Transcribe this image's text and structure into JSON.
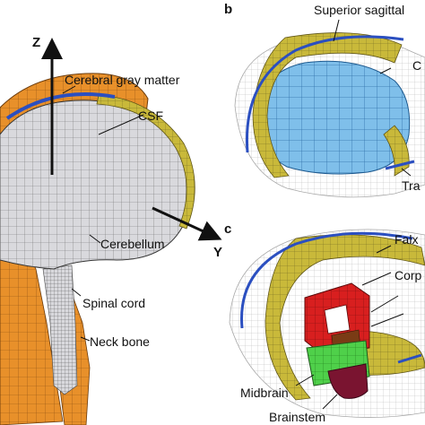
{
  "panels": {
    "b": {
      "letter": "b"
    },
    "c": {
      "letter": "c"
    }
  },
  "axes": {
    "z": "Z",
    "y": "Y"
  },
  "labels_a": {
    "cerebral_gray_matter": "Cerebral gray matter",
    "csf": "CSF",
    "cerebellum": "Cerebellum",
    "spinal_cord": "Spinal cord",
    "neck_bone": "Neck bone"
  },
  "labels_b": {
    "superior_sagittal": "Superior sagittal",
    "c_fragment": "C",
    "tra_fragment": "Tra"
  },
  "labels_c": {
    "falx": "Falx",
    "corp": "Corp",
    "midbrain": "Midbrain",
    "brainstem": "Brainstem"
  },
  "colors": {
    "orange_bone": "#e8902a",
    "gray_matter": "#d9d9dd",
    "csf_yellow": "#c9b93a",
    "sinus_blue": "#2b4fc0",
    "light_blue": "#7fbfea",
    "mesh_gray": "#b9b9b9",
    "red": "#d81f1f",
    "green": "#4fd04a",
    "maroon": "#7a1430"
  }
}
